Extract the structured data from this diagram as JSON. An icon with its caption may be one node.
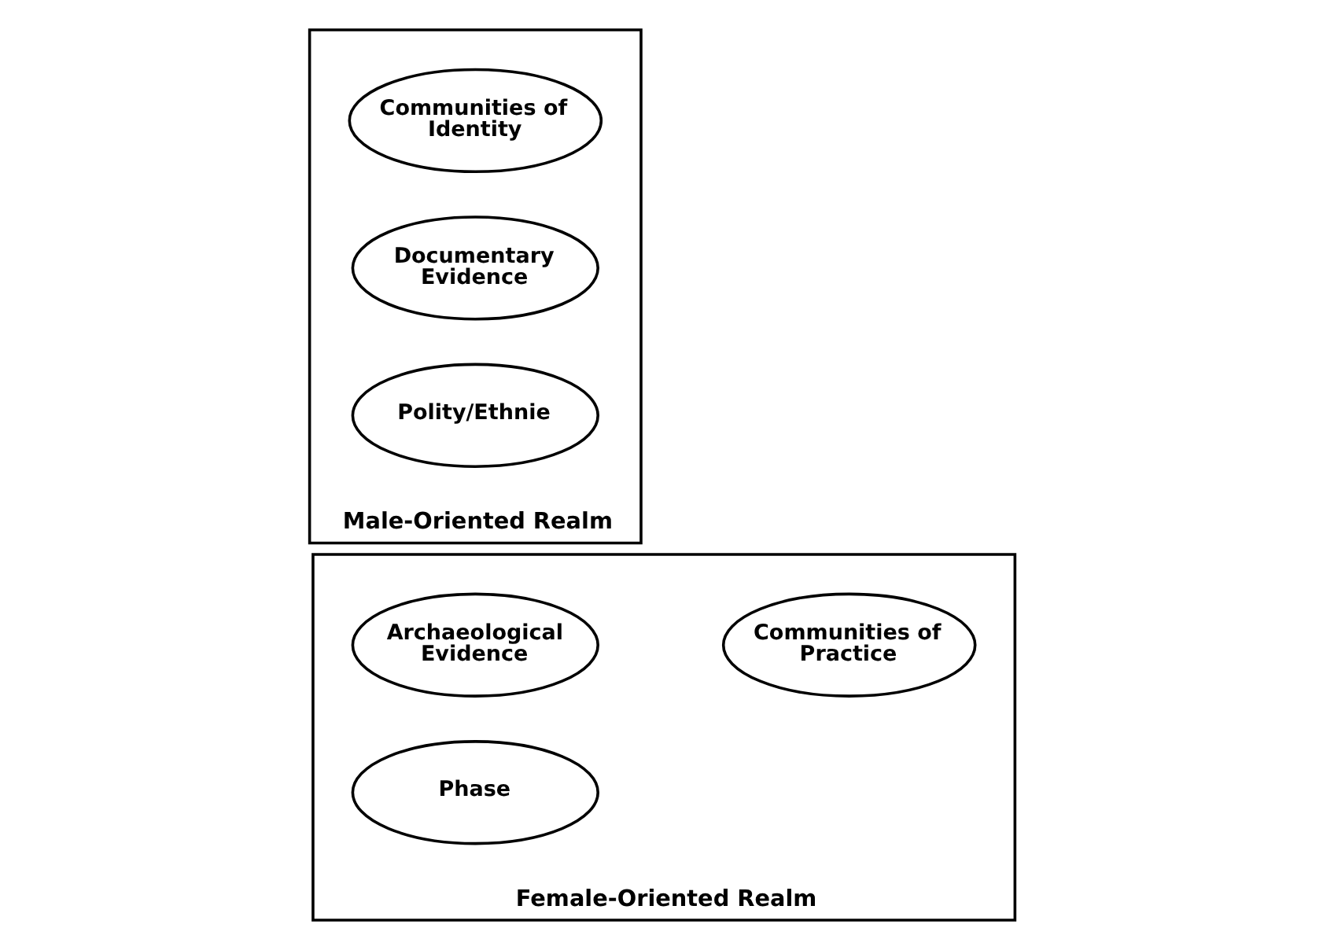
{
  "diagram": {
    "nodes": [
      {
        "text": [
          "Male-Oriented Realm"
        ]
      },
      {
        "text": [
          "Communities of Identity"
        ],
        "in": 0
      },
      {
        "text": [
          "Documentary Evidence"
        ],
        "in": 0
      },
      {
        "text": [
          "Polity/Ethnie"
        ],
        "in": 0
      },
      {
        "text": [
          "Female-Oriented Realm"
        ]
      },
      {
        "text": [
          "Communities of Practice"
        ],
        "in": 4
      },
      {
        "text": [
          "Archaeological Evidence"
        ],
        "in": 4
      },
      {
        "text": [
          "Phase"
        ],
        "in": 4
      }
    ]
  }
}
